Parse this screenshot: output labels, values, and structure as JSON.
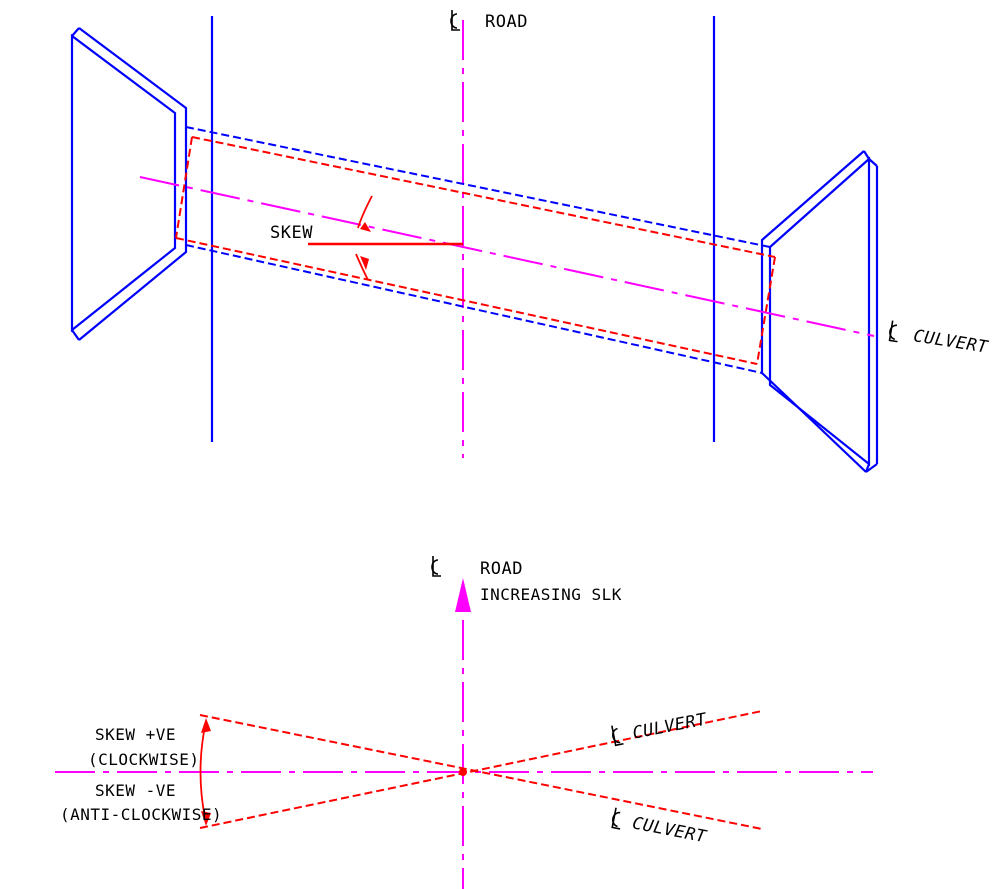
{
  "colors": {
    "structure": "#0000ff",
    "centerline": "#ff00ff",
    "skew": "#ff0000",
    "text": "#000000"
  },
  "top_view": {
    "road_centerline_label": "ROAD",
    "culvert_centerline_label": "CULVERT",
    "skew_label": "SKEW",
    "centerline_symbol": "centerline-icon"
  },
  "bottom_view": {
    "road_centerline_label": "ROAD",
    "direction_label": "INCREASING SLK",
    "culvert_upper_label": "CULVERT",
    "culvert_lower_label": "CULVERT",
    "skew_positive_label": "SKEW +VE",
    "skew_positive_note": "(CLOCKWISE)",
    "skew_negative_label": "SKEW -VE",
    "skew_negative_note": "(ANTI-CLOCKWISE)",
    "centerline_symbol": "centerline-icon"
  }
}
